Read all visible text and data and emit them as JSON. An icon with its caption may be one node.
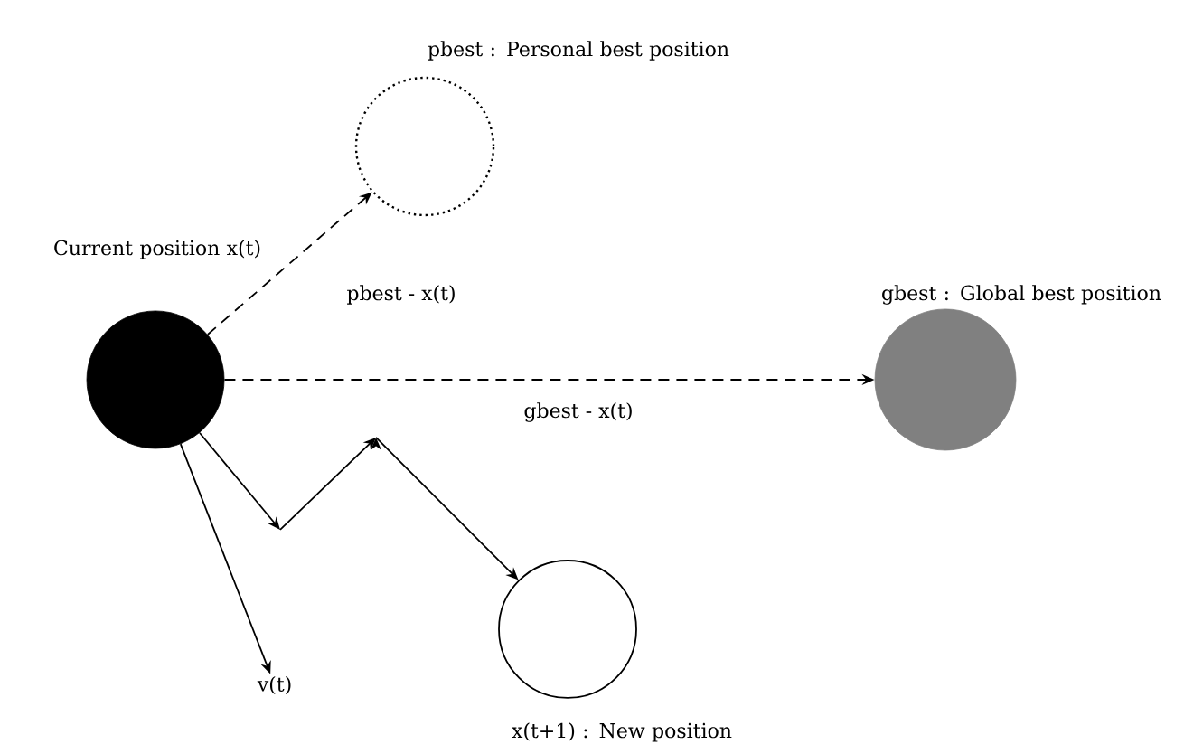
{
  "diagram": {
    "nodes": [
      {
        "text": [
          "Current position x(t)"
        ]
      },
      {
        "text": [
          "pbest : Personal best position"
        ]
      },
      {
        "text": [
          "gbest : Global best position"
        ]
      },
      {
        "text": [
          "x(t+1) : New position"
        ]
      },
      {
        "text": [
          "v(t)"
        ]
      }
    ],
    "edges": [
      {
        "from": 0,
        "to": 1,
        "arrow": "to",
        "style": "dashed",
        "label": "pbest - x(t)"
      },
      {
        "from": 0,
        "to": 2,
        "arrow": "to",
        "style": "dashed",
        "label": "gbest - x(t)"
      },
      {
        "from": 0,
        "to": 3,
        "arrow": "to"
      },
      {
        "from": 0,
        "to": 4,
        "arrow": "to"
      }
    ]
  }
}
